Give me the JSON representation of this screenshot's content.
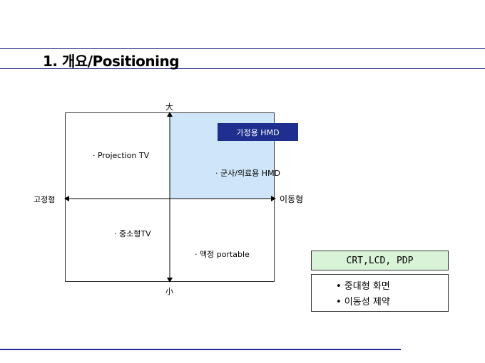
{
  "header": {
    "title": "1. 개요/Positioning"
  },
  "diagram": {
    "axis_top": "大",
    "axis_bottom": "小",
    "axis_left": "고정형",
    "axis_right": "이동형",
    "highlight_label": "가정용 HMD",
    "items": {
      "projection_tv": "· Projection TV",
      "military_medical_hmd": "· 군사/의료용 HMD",
      "small_medium_tv": "· 중소형TV",
      "lcd_portable": "· 액정 portable"
    },
    "colors": {
      "highlight_quadrant": "#cfe6fa",
      "hmd_box": "#1f2f8f",
      "crt_box": "#d8f3d8",
      "rule": "#1a1a7a"
    }
  },
  "side_panel": {
    "header": "CRT,LCD, PDP",
    "bullets": [
      "• 중대형 화면",
      "• 이동성 제약"
    ]
  }
}
